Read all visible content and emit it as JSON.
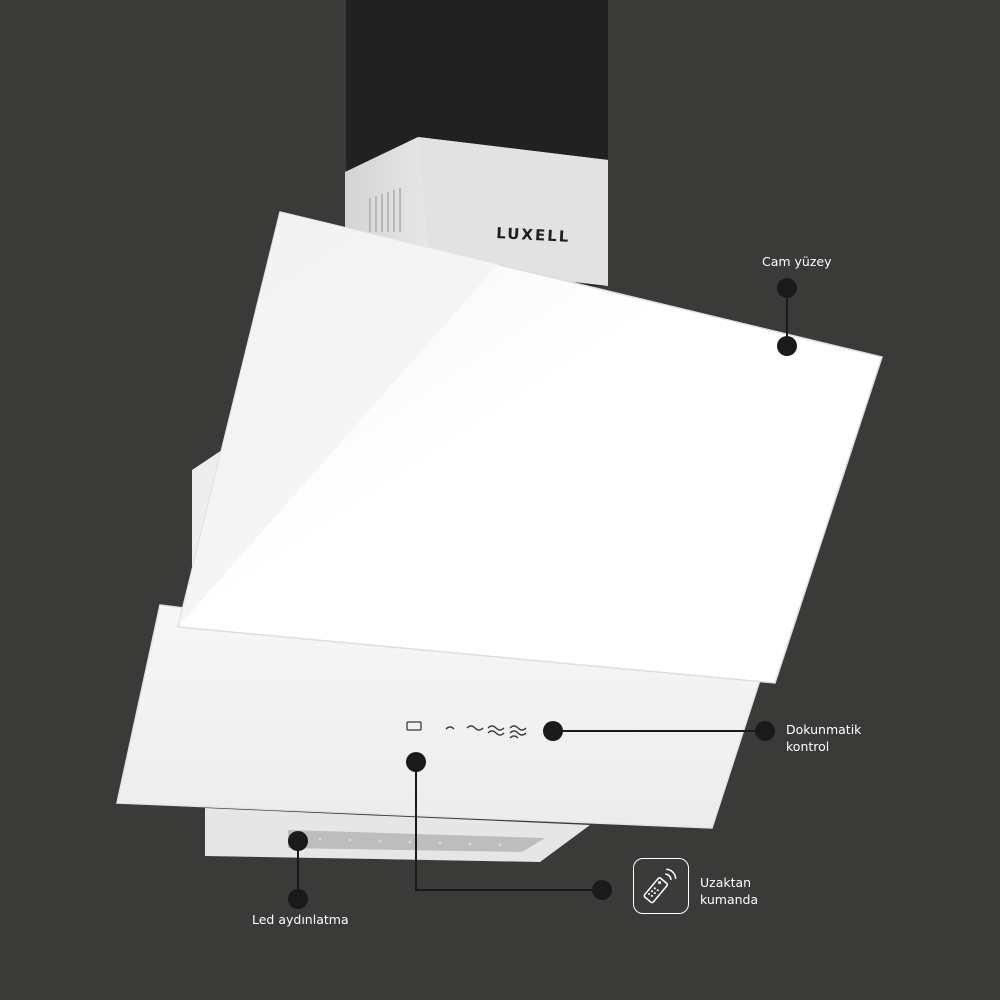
{
  "product": {
    "brand": "LUXELL"
  },
  "callouts": {
    "glass_surface": "Cam yüzey",
    "touch_control_line1": "Dokunmatik",
    "touch_control_line2": "kontrol",
    "remote_control_line1": "Uzaktan",
    "remote_control_line2": "kumanda",
    "led_lighting": "Led aydınlatma"
  },
  "icons": {
    "touch_panel": [
      "light-icon",
      "speed-low-icon",
      "speed-medium-icon",
      "speed-high-icon",
      "power-icon"
    ],
    "remote": "remote-control-icon"
  },
  "colors": {
    "background": "#3a3a39",
    "chimney": "#212121",
    "glass": "#ffffff",
    "marker": "#1a1a1a"
  }
}
